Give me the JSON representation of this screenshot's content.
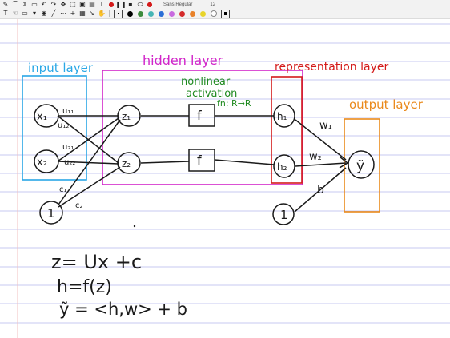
{
  "toolbar": {
    "row1_tools": [
      "pen",
      "lasso",
      "add-space",
      "eraser",
      "undo",
      "redo",
      "select",
      "select-rect",
      "image",
      "paper",
      "text-tool",
      "record",
      "pause",
      "mic",
      "open",
      "paint"
    ],
    "font_name": "Sans Regular",
    "font_size": "12",
    "row2_tools": [
      "text-cursor",
      "hand",
      "rectangle",
      "dropdown",
      "circle-tool",
      "line-tool",
      "shape-recognizer",
      "plus",
      "grid",
      "arrow",
      "separator",
      "pen",
      "fine-pen",
      "medium-pen"
    ],
    "colors": [
      "#000000",
      "#3c8b3c",
      "#46b5b5",
      "#2b6fd6",
      "#c86adf",
      "#d42b2b",
      "#e8822a",
      "#e8d42a",
      "#ffffff"
    ]
  },
  "labels": {
    "input_layer": "input layer",
    "hidden_layer": "hidden layer",
    "representation_layer": "representation layer",
    "output_layer": "output layer",
    "nonlinear_activation": [
      "nonlinear",
      "activation"
    ],
    "fn_def": "fn: R→R"
  },
  "nodes": {
    "x1": "x₁",
    "x2": "x₂",
    "bias": "1",
    "z1": "z₁",
    "z2": "z₂",
    "f1": "f",
    "f2": "f",
    "h1": "h₁",
    "h2": "h₂",
    "bias2": "1",
    "y": "ỹ"
  },
  "edges": {
    "u11": "u₁₁",
    "u12": "u₁₂",
    "u21": "u₂₁",
    "u22": "u₂₂",
    "c1": "c₁",
    "c2": "c₂",
    "w1": "w₁",
    "w2": "w₂",
    "b": "b"
  },
  "equations": {
    "eq1": "z= Ux +c",
    "eq2": "h=f(z)",
    "eq3": "ỹ = <h,w> + b"
  },
  "colors": {
    "input_layer": "#2aa7e6",
    "hidden_layer": "#d226c9",
    "representation_layer": "#d41a1a",
    "output_layer": "#ea8a1c",
    "activation_text": "#1f8a1f",
    "ruled_lines": "#c7c9f0",
    "ink": "#1a1a1a"
  }
}
